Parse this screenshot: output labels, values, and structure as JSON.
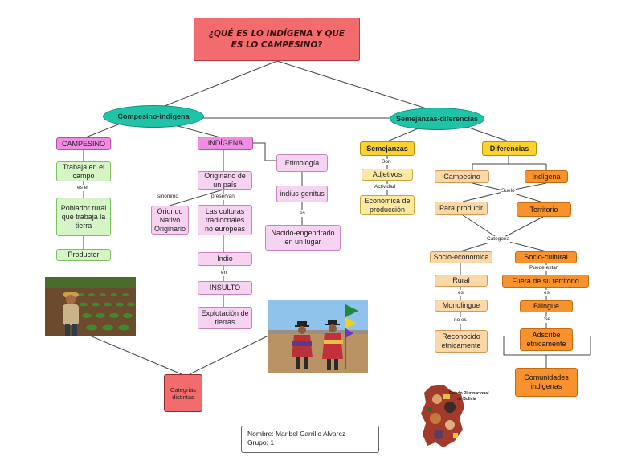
{
  "title": "¿QUÉ ES LO INDÍGENA Y QUE ES LO CAMPESINO?",
  "nodes": {
    "campesino_indigena": "Compesino-indigena",
    "semejanzas_diferencias": "Semejanzas-diferencias",
    "campesino": "CAMPESINO",
    "indigena": "INDÍGENA",
    "etimologia": "Etimología",
    "trabaja": "Trabaja en el campo",
    "poblador": "Poblador rural que trabaja la tierra",
    "productor": "Productor",
    "originario": "Originario de un país",
    "oriundo": "Oriundo Nativo Originario",
    "culturas": "Las culturas tradiocnales no europeas",
    "indio": "Indio",
    "insulto": "INSULTO",
    "explotacion": "Explotación de tierras",
    "indius": "indius-genitus",
    "nacido": "Nacido-engendrado en un lugar",
    "semejanzas": "Semejanzas",
    "adjetivos": "Adjetivos",
    "economica": "Economica de producción",
    "diferencias": "Diferencias",
    "d_campesino": "Campesino",
    "d_indigena": "Indígena",
    "para_producir": "Para producir",
    "territorio": "Territorio",
    "socio_economica": "Socio-economica",
    "socio_cultural": "Socio-cultural",
    "rural": "Rural",
    "fuera": "Fuera de su territorio",
    "monolingue": "Monolingue",
    "bilingue": "Bilingue",
    "reconocido": "Reconocido etnicamente",
    "adscribe": "Adscribe etnicamente",
    "comunidades": "Comunidades indigenas",
    "categorias": "Categrias distintas"
  },
  "connectors": {
    "es_el": "es el",
    "sinonimo": "sinónimo",
    "preservan": "preservan",
    "en": "en",
    "es": "es",
    "son": "Son",
    "actividad": "Actividad",
    "suelo": "Suelo",
    "categoria": "Categoria",
    "puede_estar": "Puede estar",
    "es2": "es",
    "es3": "es",
    "no_es": "no es",
    "se": "Se"
  },
  "logo": {
    "line1": "Estado Plurinacional",
    "line2": "de Bolivia"
  },
  "footer": {
    "nombre": "Nombre: Maribel Carrillo Alvarez",
    "grupo": "Grupo: 1"
  },
  "colors": {
    "title": "#f26b6d",
    "ellipse": "#1ec3a8",
    "campesino_branch": "#d6f5c6",
    "indigena_branch": "#f7d3f2",
    "semejanzas": "#fbd22f",
    "diferencias_campesino": "#fbd8a8",
    "diferencias_indigena": "#f7922d"
  }
}
